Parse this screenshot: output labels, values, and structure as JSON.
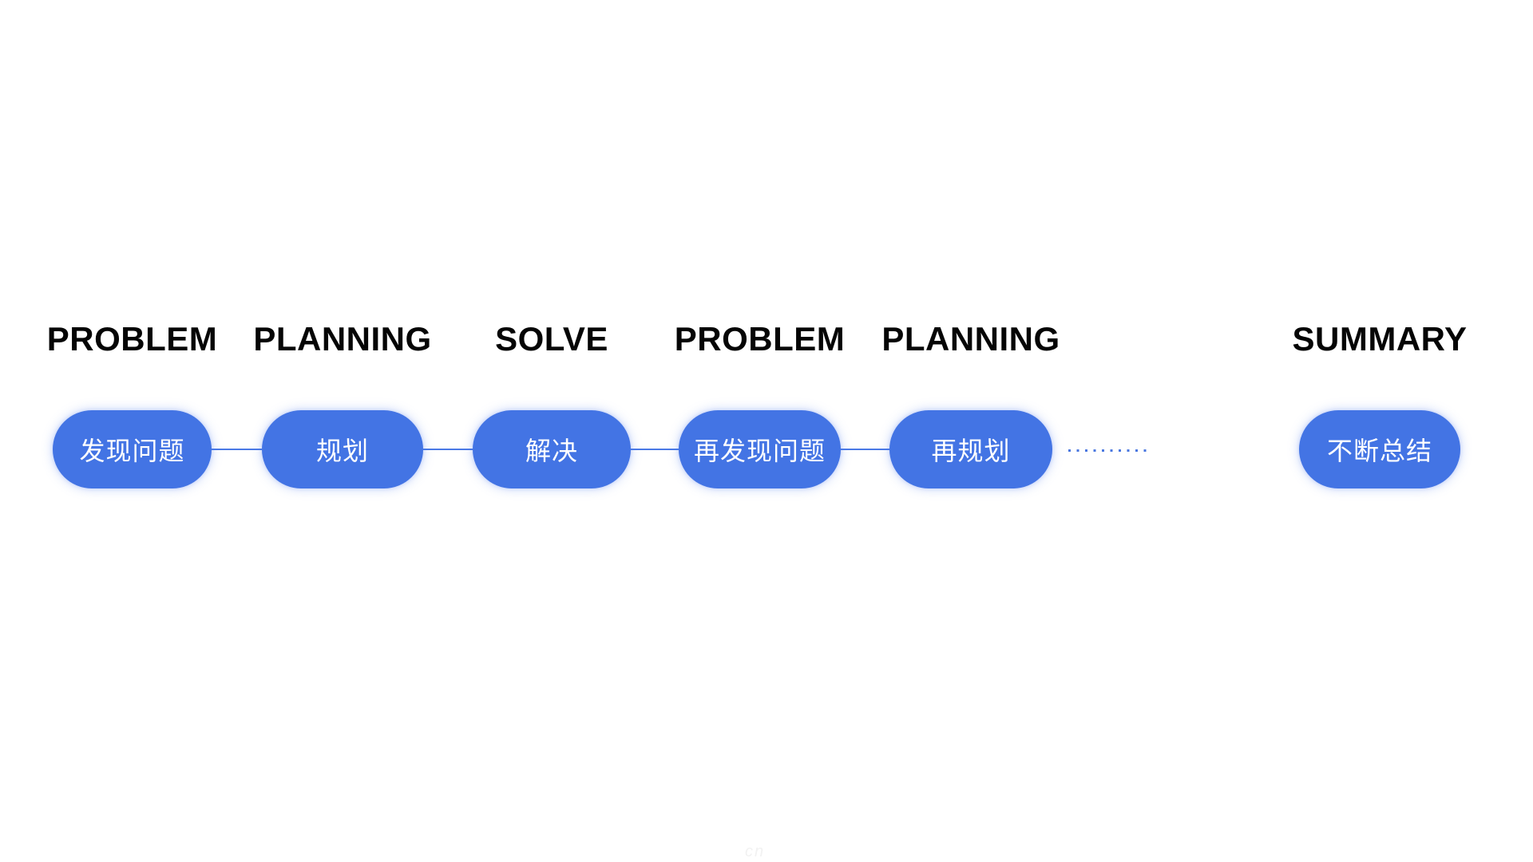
{
  "page": {
    "type": "presentation-slide-flow-diagram",
    "background": "#FFFFFF"
  },
  "flow": {
    "steps": [
      {
        "label": "PROBLEM",
        "pill_text": "发现问题"
      },
      {
        "label": "PLANNING",
        "pill_text": "规划"
      },
      {
        "label": "SOLVE",
        "pill_text": "解决"
      },
      {
        "label": "PROBLEM",
        "pill_text": "再发现问题"
      },
      {
        "label": "PLANNING",
        "pill_text": "再规划"
      },
      {
        "label": "SUMMARY",
        "pill_text": "不断总结"
      }
    ],
    "connectors": {
      "solid_count": 4,
      "dotted_segment": {
        "dot_count": 10,
        "position": "between step 5 and step 6"
      }
    }
  },
  "colors": {
    "pill_blue": "#4374E4",
    "connector_blue": "#4A79E6",
    "dot_blue": "#4B78E0",
    "label_black": "#050505",
    "pill_text_white": "#FFFFFF"
  },
  "watermark": {
    "text": "cn"
  }
}
